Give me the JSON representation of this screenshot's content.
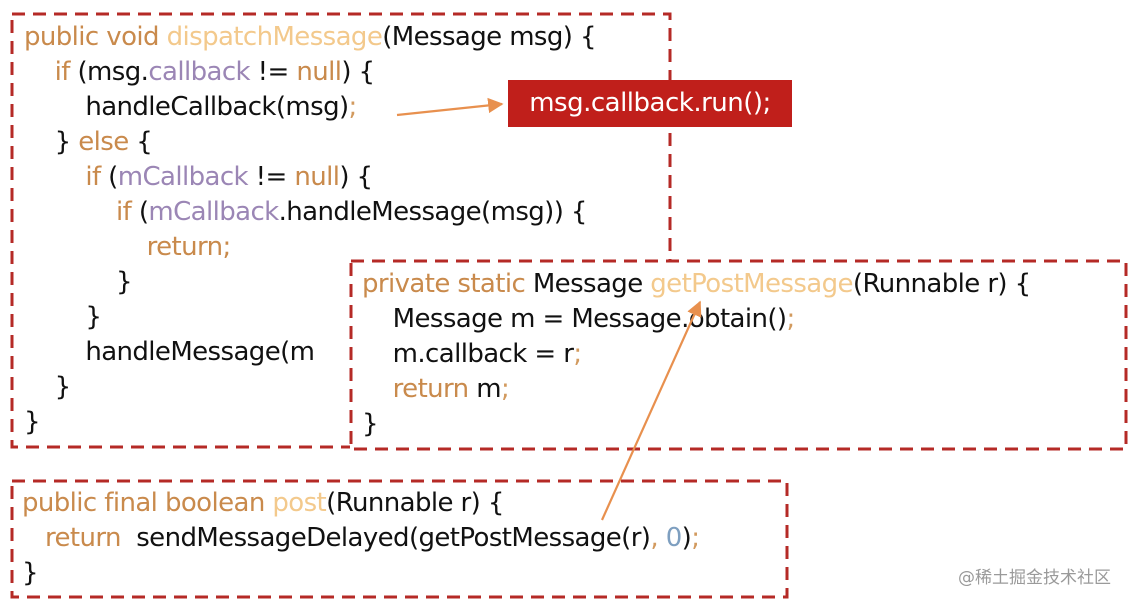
{
  "colors": {
    "border": "#B52A26",
    "label_fill": "#C01F1B",
    "arrow": "#E8904E",
    "keyword": "#C98A4C",
    "method_name": "#F3C98C",
    "field": "#9B86B5",
    "number": "#7E9FC0"
  },
  "dispatch_block": {
    "lines": [
      [
        {
          "t": "public void ",
          "c": "kw"
        },
        {
          "t": "dispatchMessage",
          "c": "fn"
        },
        {
          "t": "(Message msg) {",
          "c": ""
        }
      ],
      [
        {
          "t": "    if ",
          "c": "kw"
        },
        {
          "t": "(msg.",
          "c": ""
        },
        {
          "t": "callback",
          "c": "fld"
        },
        {
          "t": " != ",
          "c": ""
        },
        {
          "t": "null",
          "c": "kw"
        },
        {
          "t": ") {",
          "c": ""
        }
      ],
      [
        {
          "t": "        handleCallback(msg)",
          "c": ""
        },
        {
          "t": ";",
          "c": "semi"
        }
      ],
      [
        {
          "t": "    } ",
          "c": ""
        },
        {
          "t": "else",
          "c": "kw"
        },
        {
          "t": " {",
          "c": ""
        }
      ],
      [
        {
          "t": "        if ",
          "c": "kw"
        },
        {
          "t": "(",
          "c": ""
        },
        {
          "t": "mCallback",
          "c": "fld"
        },
        {
          "t": " != ",
          "c": ""
        },
        {
          "t": "null",
          "c": "kw"
        },
        {
          "t": ") {",
          "c": ""
        }
      ],
      [
        {
          "t": "            if ",
          "c": "kw"
        },
        {
          "t": "(",
          "c": ""
        },
        {
          "t": "mCallback",
          "c": "fld"
        },
        {
          "t": ".handleMessage(msg)) {",
          "c": ""
        }
      ],
      [
        {
          "t": "                return;",
          "c": "kw"
        }
      ],
      [
        {
          "t": "            }",
          "c": ""
        }
      ],
      [
        {
          "t": "        }",
          "c": ""
        }
      ],
      [
        {
          "t": "        handleMessage(m",
          "c": ""
        }
      ],
      [
        {
          "t": "    }",
          "c": ""
        }
      ],
      [
        {
          "t": "}",
          "c": ""
        }
      ]
    ]
  },
  "callback_label": "msg.callback.run();",
  "get_post_message_block": {
    "lines": [
      [
        {
          "t": "private static ",
          "c": "kw"
        },
        {
          "t": "Message ",
          "c": ""
        },
        {
          "t": "getPostMessage",
          "c": "fn"
        },
        {
          "t": "(Runnable r) {",
          "c": ""
        }
      ],
      [
        {
          "t": "    Message m = Message.obtain()",
          "c": ""
        },
        {
          "t": ";",
          "c": "semi"
        }
      ],
      [
        {
          "t": "    m.callback = r",
          "c": ""
        },
        {
          "t": ";",
          "c": "semi"
        }
      ],
      [
        {
          "t": "    return ",
          "c": "kw"
        },
        {
          "t": "m",
          "c": ""
        },
        {
          "t": ";",
          "c": "semi"
        }
      ],
      [
        {
          "t": "}",
          "c": ""
        }
      ]
    ]
  },
  "post_block": {
    "lines": [
      [
        {
          "t": "public final boolean ",
          "c": "kw"
        },
        {
          "t": "post",
          "c": "fn"
        },
        {
          "t": "(Runnable r) {",
          "c": ""
        }
      ],
      [
        {
          "t": "   return ",
          "c": "kw"
        },
        {
          "t": " sendMessageDelayed(getPostMessage(r)",
          "c": ""
        },
        {
          "t": ", ",
          "c": "semi"
        },
        {
          "t": "0",
          "c": "num"
        },
        {
          "t": ")",
          "c": ""
        },
        {
          "t": ";",
          "c": "semi"
        }
      ],
      [
        {
          "t": "}",
          "c": ""
        }
      ]
    ]
  },
  "watermark": "@稀土掘金技术社区"
}
